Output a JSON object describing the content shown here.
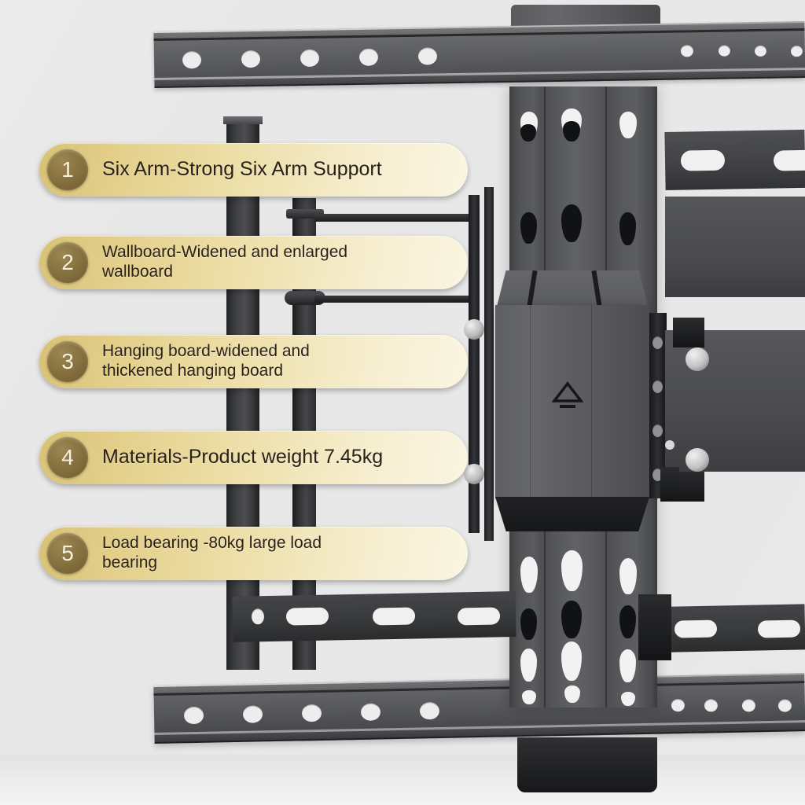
{
  "scene": {
    "background_color": "#e9e9e9",
    "product_name": "full-motion-tv-wall-mount-bracket",
    "description": "Six-arm articulating TV wall mount bracket shown mounted on two horizontal rails"
  },
  "palette": {
    "background": "#e9e9e9",
    "pill_gradient_start": "#d8c276",
    "pill_gradient_end": "#faf5e2",
    "badge_circle": "#87713f",
    "badge_number_text": "#f6f0e0",
    "label_text": "#2a2118",
    "metal_light": "#6d6e70",
    "metal_mid": "#55565a",
    "metal_dark": "#2c2d2f",
    "metal_black": "#1d1e20",
    "hole_fill": "#ededed"
  },
  "callouts": [
    {
      "number": "1",
      "text": "Six Arm-Strong Six Arm Support",
      "emphasis": false
    },
    {
      "number": "2",
      "text": "Wallboard-Widened and enlarged\nwallboard",
      "emphasis": false
    },
    {
      "number": "3",
      "text": "Hanging board-widened and\nthickened hanging board",
      "emphasis": false
    },
    {
      "number": "4",
      "text": "Materials-Product weight 7.45kg",
      "emphasis": true
    },
    {
      "number": "5",
      "text": "Load bearing -80kg large load\nbearing",
      "emphasis": false
    }
  ],
  "specs": {
    "product_weight": "7.45kg",
    "load_capacity": "80kg",
    "arm_count": "Six Arm"
  },
  "parts": {
    "top_rail": "top-mounting-rail",
    "bottom_rail": "bottom-mounting-rail",
    "wall_plate": "vertical-wall-plate",
    "arm_block": "articulating-arm-block",
    "tv_bracket": "tv-mounting-bracket",
    "arrow_marking": "up-arrow-marking"
  }
}
